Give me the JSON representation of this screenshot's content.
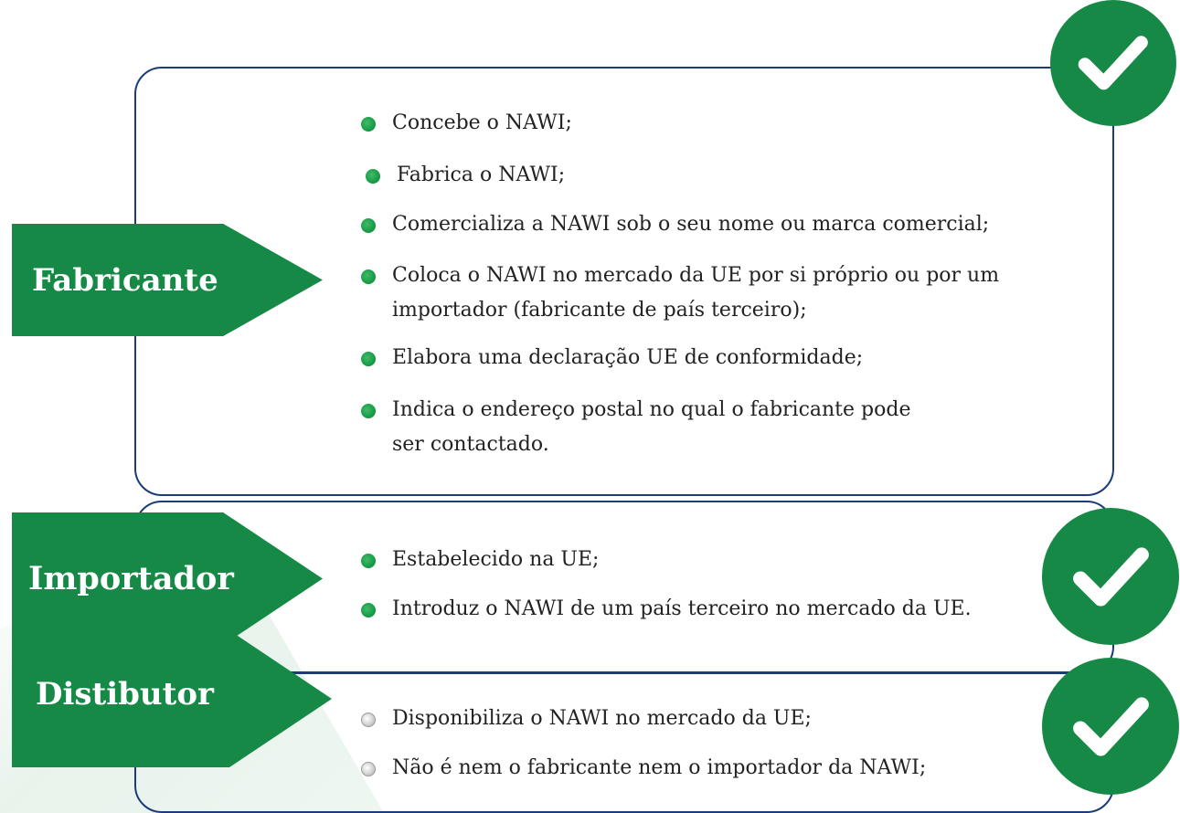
{
  "sections": [
    {
      "label": "Fabricante",
      "items": [
        "Concebe o NAWI;",
        "Fabrica o NAWI;",
        "Comercializa a NAWI sob o seu nome ou marca comercial;",
        "Coloca o NAWI no mercado da UE por si próprio ou por um\nimportador (fabricante de país terceiro);",
        "Elabora uma declaração UE de conformidade;",
        "Indica o endereço postal no qual o fabricante pode\nser contactado."
      ]
    },
    {
      "label": "Importador",
      "items": [
        "Estabelecido na UE;",
        "Introduz o NAWI de um país terceiro no mercado da UE."
      ]
    },
    {
      "label": "Distibutor",
      "items": [
        "Disponibiliza o NAWI no mercado da UE;",
        "Não é nem o fabricante nem o importador da NAWI;"
      ]
    }
  ],
  "colors": {
    "accent_green": "#158945",
    "panel_border": "#1b3b7a"
  },
  "icons": {
    "check": "check-circle-icon",
    "bullet_green": "green-dot-icon",
    "bullet_grey": "grey-dot-icon"
  }
}
